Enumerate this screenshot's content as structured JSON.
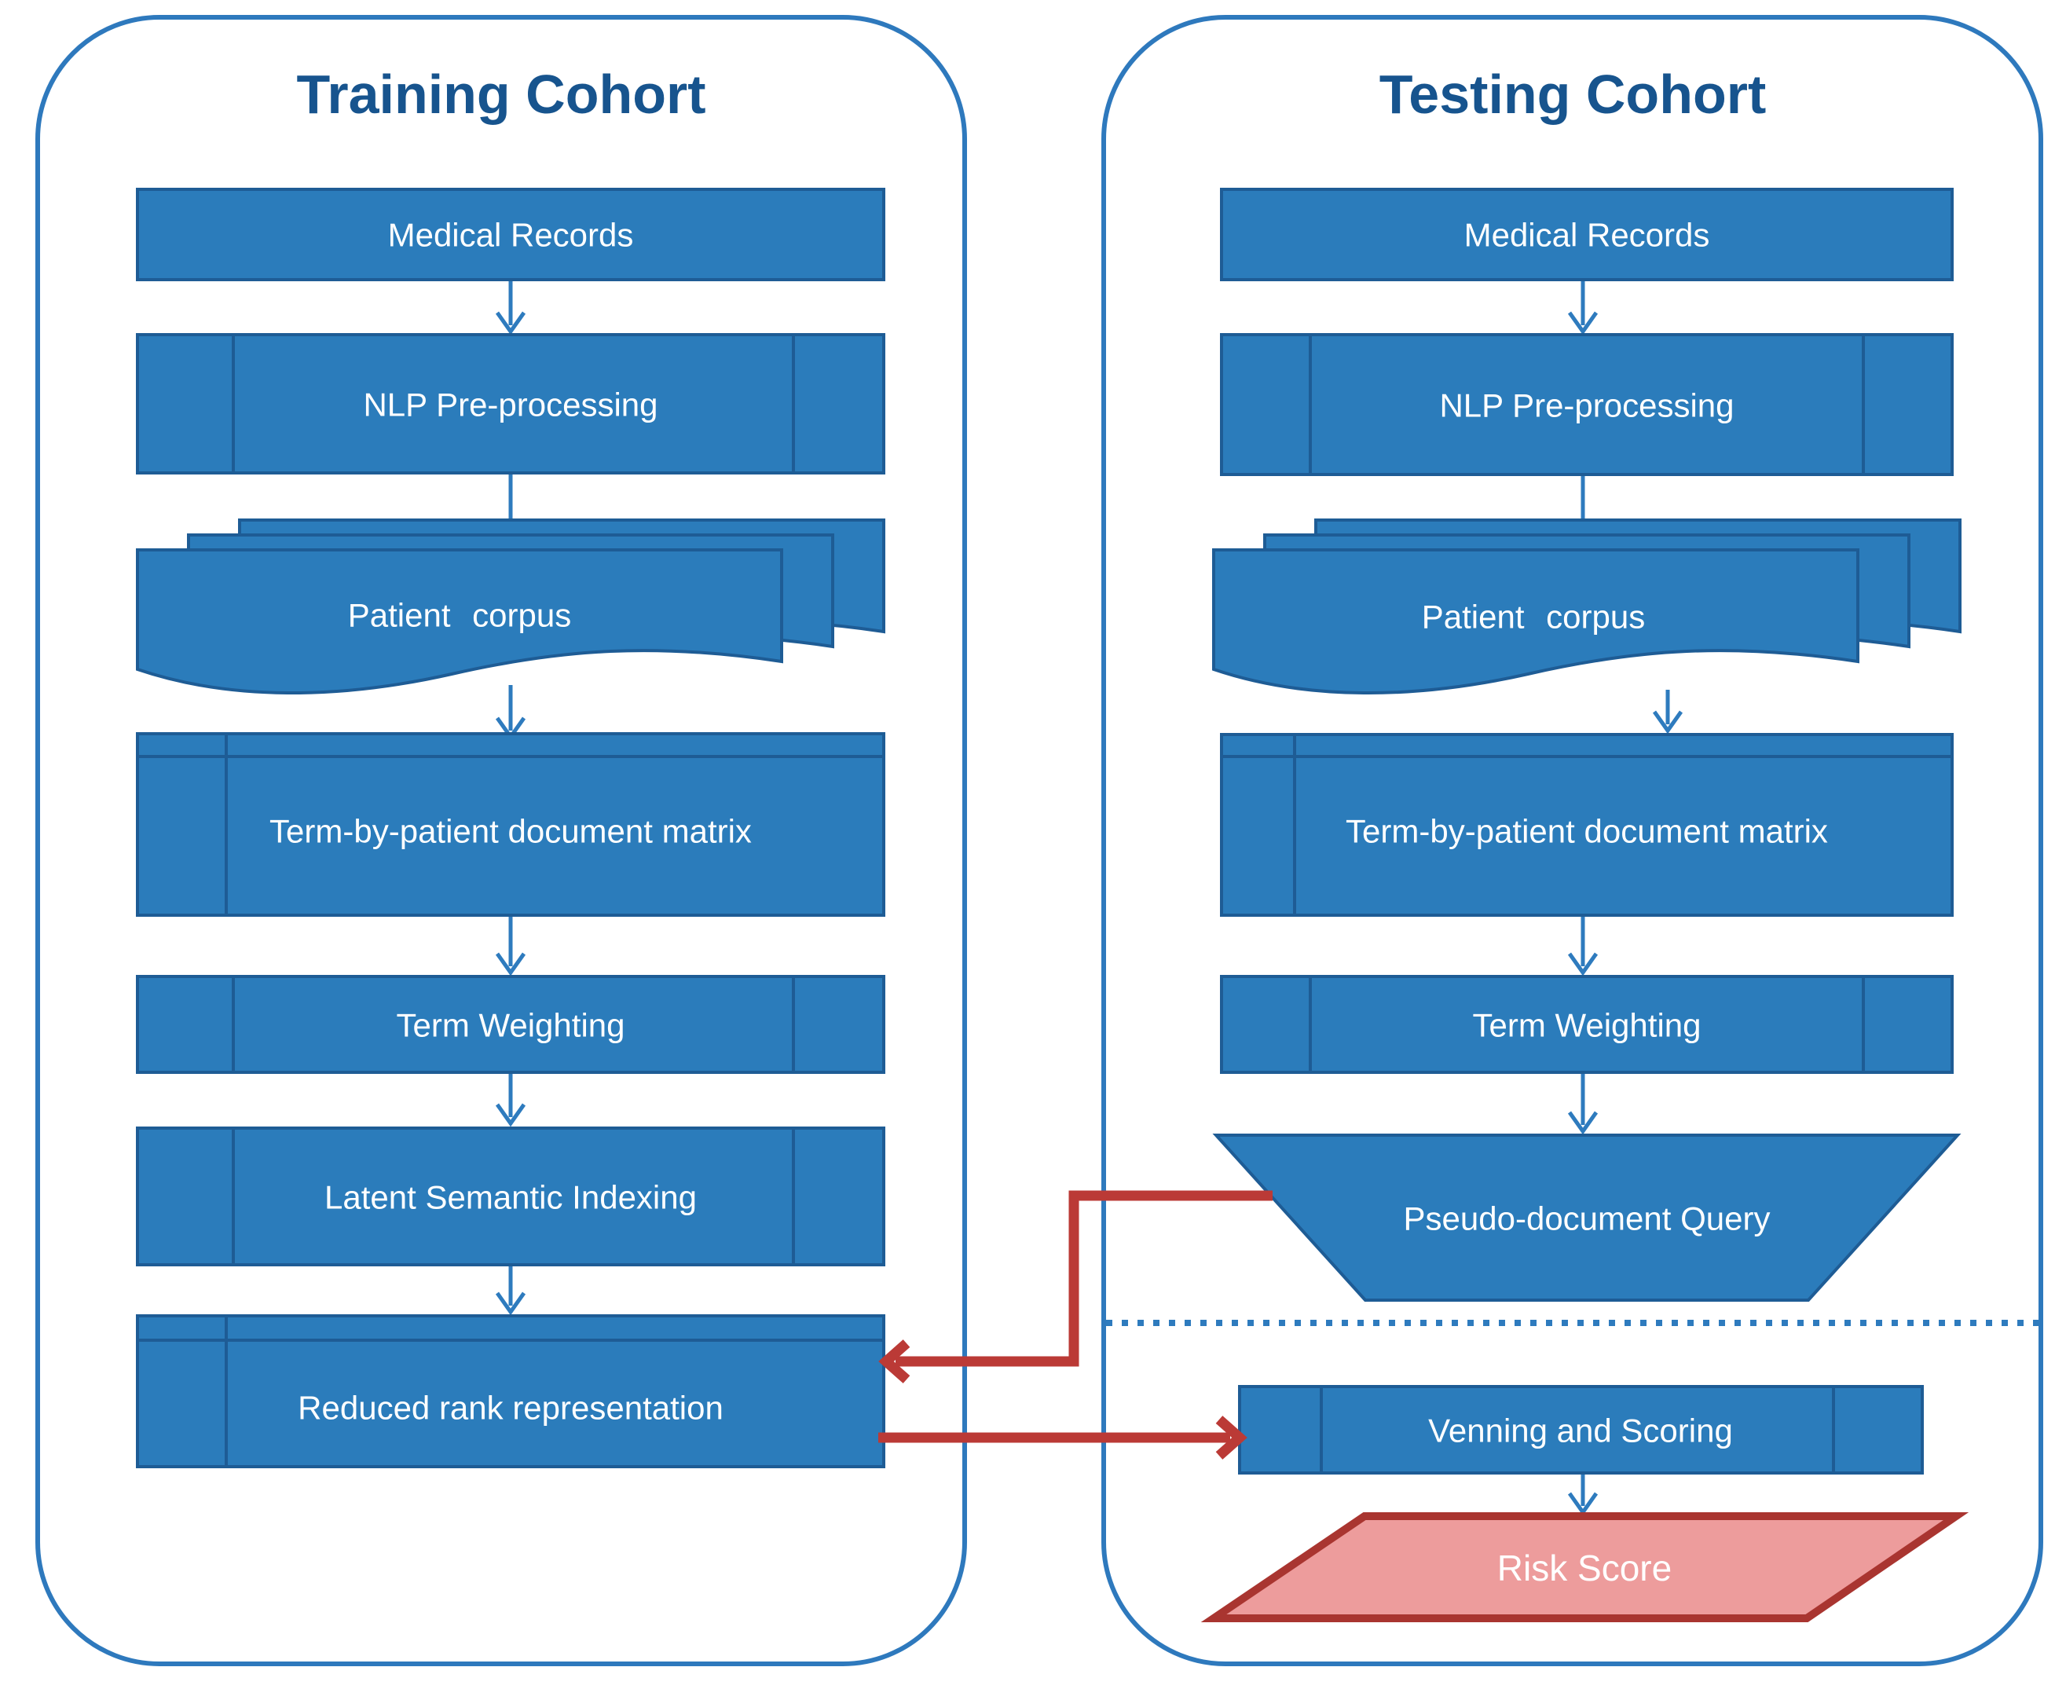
{
  "colors": {
    "panel_border": "#2E79BD",
    "title_text": "#17548E",
    "box_fill": "#2B7CBB",
    "box_border": "#1E5C95",
    "box_text": "#FFFFFF",
    "arrow_blue": "#2E7BBE",
    "arrow_red": "#BB3A36",
    "dotted_line": "#2E7BBE",
    "risk_fill": "#ED9C9C",
    "risk_border": "#A93530"
  },
  "training": {
    "title": "Training Cohort",
    "medical_records": "Medical Records",
    "nlp": "NLP Pre-processing",
    "corpus": "Patient corpus",
    "matrix": "Term-by-patient document matrix",
    "weighting": "Term Weighting",
    "lsi": "Latent Semantic Indexing",
    "reduced": "Reduced rank representation"
  },
  "testing": {
    "title": "Testing Cohort",
    "medical_records": "Medical Records",
    "nlp": "NLP Pre-processing",
    "corpus": "Patient corpus",
    "matrix": "Term-by-patient document matrix",
    "weighting": "Term Weighting",
    "pseudo_query": "Pseudo-document Query",
    "venning": "Venning and Scoring",
    "risk": "Risk Score"
  }
}
